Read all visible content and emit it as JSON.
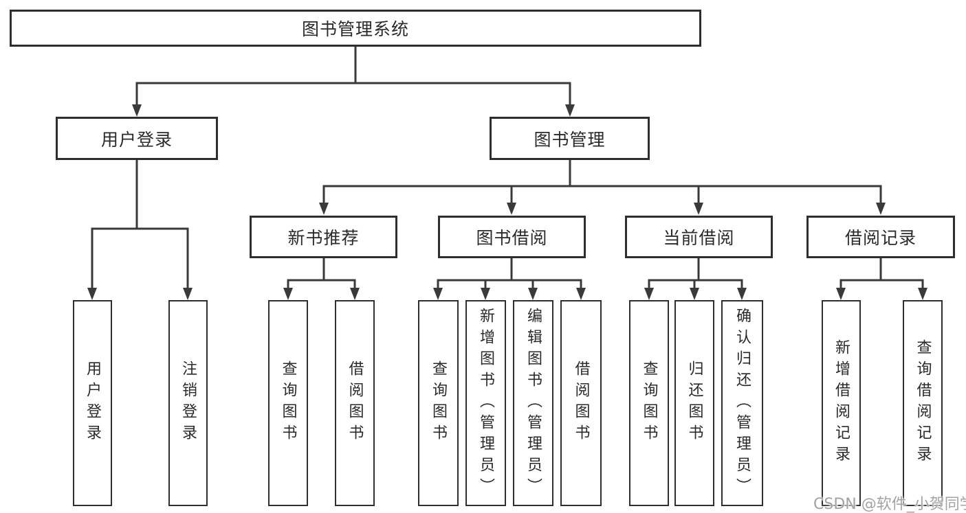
{
  "colors": {
    "background": "#ffffff",
    "line": "#3a3a3a",
    "box_border": "#2e2e2e",
    "text": "#2a2a2a",
    "watermark": "#a3a3a3"
  },
  "nodes": {
    "root": "图书管理系统",
    "user_login": "用户登录",
    "book_mgmt": "图书管理",
    "new_book_rec": "新书推荐",
    "book_borrow": "图书借阅",
    "current_borrow": "当前借阅",
    "borrow_records": "借阅记录",
    "leaf_user_login": "用户登录",
    "leaf_logout": "注销登录",
    "leaf_query_book_1": "查询图书",
    "leaf_borrow_book_1": "借阅图书",
    "leaf_query_book_2": "查询图书",
    "leaf_add_book": "新增图书（管理员）",
    "leaf_edit_book": "编辑图书（管理员）",
    "leaf_borrow_book_2": "借阅图书",
    "leaf_query_book_3": "查询图书",
    "leaf_return_book": "归还图书",
    "leaf_confirm_return": "确认归还（管理员）",
    "leaf_add_record": "新增借阅记录",
    "leaf_query_record": "查询借阅记录"
  },
  "hierarchy": {
    "图书管理系统": [
      "用户登录",
      "图书管理"
    ],
    "用户登录": [
      "用户登录",
      "注销登录"
    ],
    "图书管理": [
      "新书推荐",
      "图书借阅",
      "当前借阅",
      "借阅记录"
    ],
    "新书推荐": [
      "查询图书",
      "借阅图书"
    ],
    "图书借阅": [
      "查询图书",
      "新增图书（管理员）",
      "编辑图书（管理员）",
      "借阅图书"
    ],
    "当前借阅": [
      "查询图书",
      "归还图书",
      "确认归还（管理员）"
    ],
    "借阅记录": [
      "新增借阅记录",
      "查询借阅记录"
    ]
  },
  "watermark": "CSDN @软件_小贺同学"
}
